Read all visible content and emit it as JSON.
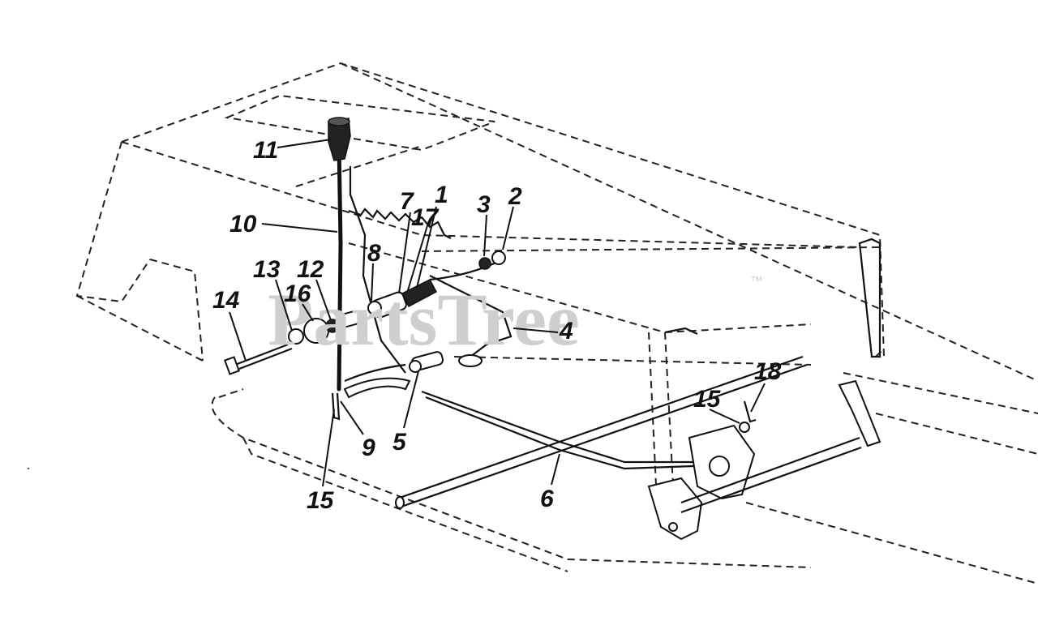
{
  "watermark": {
    "text": "PartsTree",
    "trademark": "™"
  },
  "callouts": [
    {
      "id": "c1",
      "label": "1"
    },
    {
      "id": "c2",
      "label": "2"
    },
    {
      "id": "c3",
      "label": "3"
    },
    {
      "id": "c4",
      "label": "4"
    },
    {
      "id": "c5",
      "label": "5"
    },
    {
      "id": "c6",
      "label": "6"
    },
    {
      "id": "c7",
      "label": "7"
    },
    {
      "id": "c8",
      "label": "8"
    },
    {
      "id": "c9",
      "label": "9"
    },
    {
      "id": "c10",
      "label": "10"
    },
    {
      "id": "c11",
      "label": "11"
    },
    {
      "id": "c12",
      "label": "12"
    },
    {
      "id": "c13",
      "label": "13"
    },
    {
      "id": "c14",
      "label": "14"
    },
    {
      "id": "c15a",
      "label": "15"
    },
    {
      "id": "c15b",
      "label": "15"
    },
    {
      "id": "c16",
      "label": "16"
    },
    {
      "id": "c17",
      "label": "17"
    },
    {
      "id": "c18",
      "label": "18"
    }
  ]
}
